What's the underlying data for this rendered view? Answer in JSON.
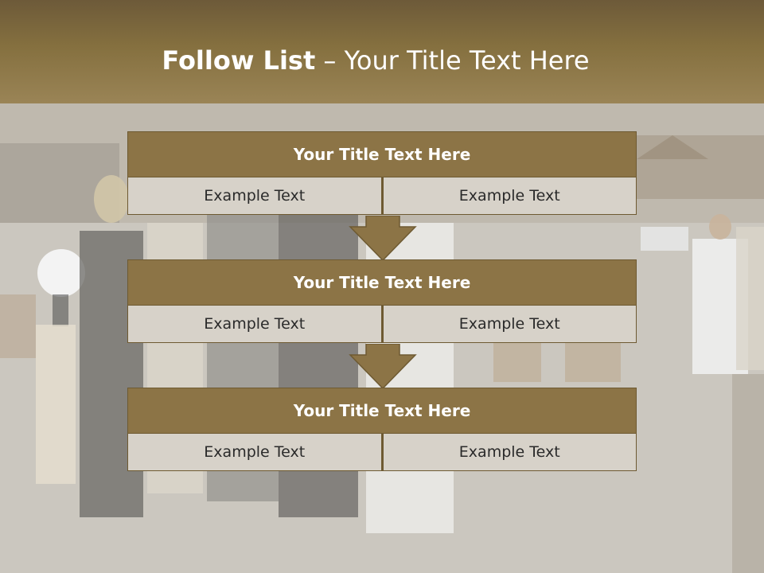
{
  "slide": {
    "title_bold": "Follow List",
    "title_rest": " – Your Title Text Here"
  },
  "blocks": [
    {
      "title": "Your Title Text Here",
      "cells": [
        "Example Text",
        "Example Text"
      ]
    },
    {
      "title": "Your Title Text Here",
      "cells": [
        "Example Text",
        "Example Text"
      ]
    },
    {
      "title": "Your Title Text Here",
      "cells": [
        "Example Text",
        "Example Text"
      ]
    }
  ],
  "colors": {
    "header_brown": "#8c7446",
    "cell_fill": "#d7d2c9",
    "border": "#6e5a32"
  }
}
